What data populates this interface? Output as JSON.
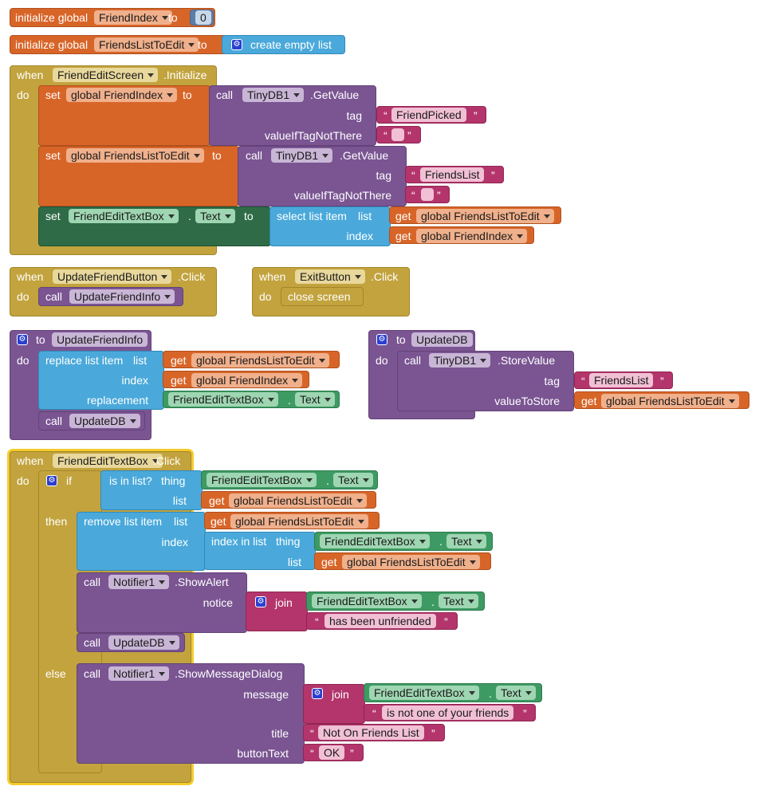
{
  "init1": {
    "kw": "initialize global",
    "name": "FriendIndex",
    "to": "to",
    "value": "0"
  },
  "init2": {
    "kw": "initialize global",
    "name": "FriendsListToEdit",
    "to": "to",
    "create": "create empty list"
  },
  "ev1": {
    "when": "when",
    "comp": "FriendEditScreen",
    "evt": ".Initialize",
    "do": "do"
  },
  "s1": {
    "set": "set",
    "var": "global FriendIndex",
    "to": "to",
    "call": "call",
    "db": "TinyDB1",
    "method": ".GetValue",
    "tag": "tag",
    "tag_val": "FriendPicked",
    "vitnt": "valueIfTagNotThere"
  },
  "s2": {
    "set": "set",
    "var": "global FriendsListToEdit",
    "to": "to",
    "call": "call",
    "db": "TinyDB1",
    "method": ".GetValue",
    "tag": "tag",
    "tag_val": "FriendsList",
    "vitnt": "valueIfTagNotThere"
  },
  "s3": {
    "set": "set",
    "comp": "FriendEditTextBox",
    "dot": ".",
    "prop": "Text",
    "to": "to",
    "select": "select list item",
    "list": "list",
    "index": "index",
    "get": "get",
    "v1": "global FriendsListToEdit",
    "v2": "global FriendIndex"
  },
  "ev2": {
    "when": "when",
    "comp": "UpdateFriendButton",
    "evt": ".Click",
    "do": "do",
    "call": "call",
    "proc": "UpdateFriendInfo"
  },
  "ev3": {
    "when": "when",
    "comp": "ExitButton",
    "evt": ".Click",
    "do": "do",
    "close": "close screen"
  },
  "p1": {
    "to": "to",
    "name": "UpdateFriendInfo",
    "do": "do",
    "replace": "replace list item",
    "list": "list",
    "index": "index",
    "replacement": "replacement",
    "get": "get",
    "v1": "global FriendsListToEdit",
    "v2": "global FriendIndex",
    "comp": "FriendEditTextBox",
    "dot": ".",
    "prop": "Text",
    "call": "call",
    "proc": "UpdateDB"
  },
  "p2": {
    "to": "to",
    "name": "UpdateDB",
    "do": "do",
    "call": "call",
    "db": "TinyDB1",
    "method": ".StoreValue",
    "tag": "tag",
    "tag_val": "FriendsList",
    "vts": "valueToStore",
    "get": "get",
    "v1": "global FriendsListToEdit"
  },
  "ev4": {
    "when": "when",
    "comp": "FriendEditTextBox",
    "evt": ".Click",
    "do": "do",
    "if": "if",
    "then": "then",
    "else": "else",
    "isin": "is in list?",
    "thing": "thing",
    "list": "list",
    "dot": ".",
    "prop": "Text",
    "get": "get",
    "v1": "global FriendsListToEdit",
    "remove": "remove list item",
    "index": "index",
    "iil": "index in list",
    "call": "call",
    "notifier": "Notifier1",
    "alert": ".ShowAlert",
    "notice": "notice",
    "join": "join",
    "unf": " has been unfriended ",
    "proc": "UpdateDB",
    "dialog": ".ShowMessageDialog",
    "message": "message",
    "notone": " is not one of your friends ",
    "title": "title",
    "title_val": "Not On Friends List",
    "buttonText": "buttonText",
    "ok": "OK"
  },
  "q_open": "“",
  "q_close": "”",
  "colors": {
    "orange": "#d86528",
    "gold": "#c2a33e",
    "purple": "#7a5592",
    "blue": "#4aa9da",
    "green": "#2e6b46",
    "pink": "#b3356b",
    "highlight": "#f3cc2c"
  }
}
